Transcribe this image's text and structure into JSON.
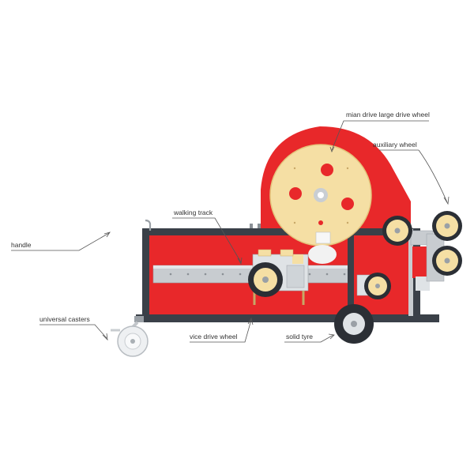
{
  "labels": {
    "main_drive_wheel": "mian drive large drive wheel",
    "auxiliary_wheel": "auxiliary wheel",
    "walking_track": "walking track",
    "handle": "handle",
    "universal_casters": "universal casters",
    "vice_drive_wheel": "vice drive wheel",
    "solid_tyre": "solid tyre"
  },
  "colors": {
    "body_red": "#e8282a",
    "frame_dark": "#3a4048",
    "wheel_cream": "#f5dfa4",
    "rail_gray": "#c8ccd0",
    "tyre_dark": "#2b2f35",
    "metal_light": "#dfe3e6"
  }
}
